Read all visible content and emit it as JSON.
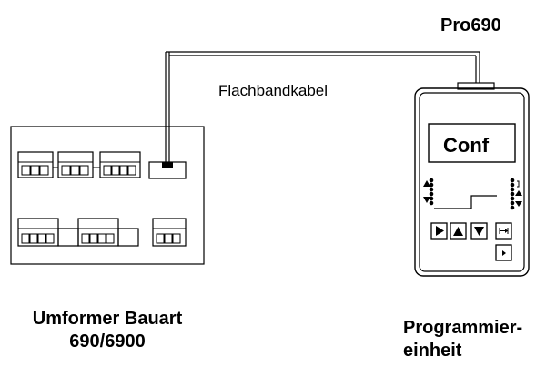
{
  "labels": {
    "device_name": "Pro690",
    "cable": "Flachbandkabel",
    "display": "Conf",
    "converter_line1": "Umformer Bauart",
    "converter_line2": "690/6900",
    "programmer_line1": "Programmier-",
    "programmer_line2": "einheit"
  },
  "icons": {
    "button_1": "play-icon",
    "button_2": "up-triangle-icon",
    "button_3": "down-triangle-icon",
    "button_4": "bracket-icon",
    "button_5": "small-triangle-icon"
  }
}
